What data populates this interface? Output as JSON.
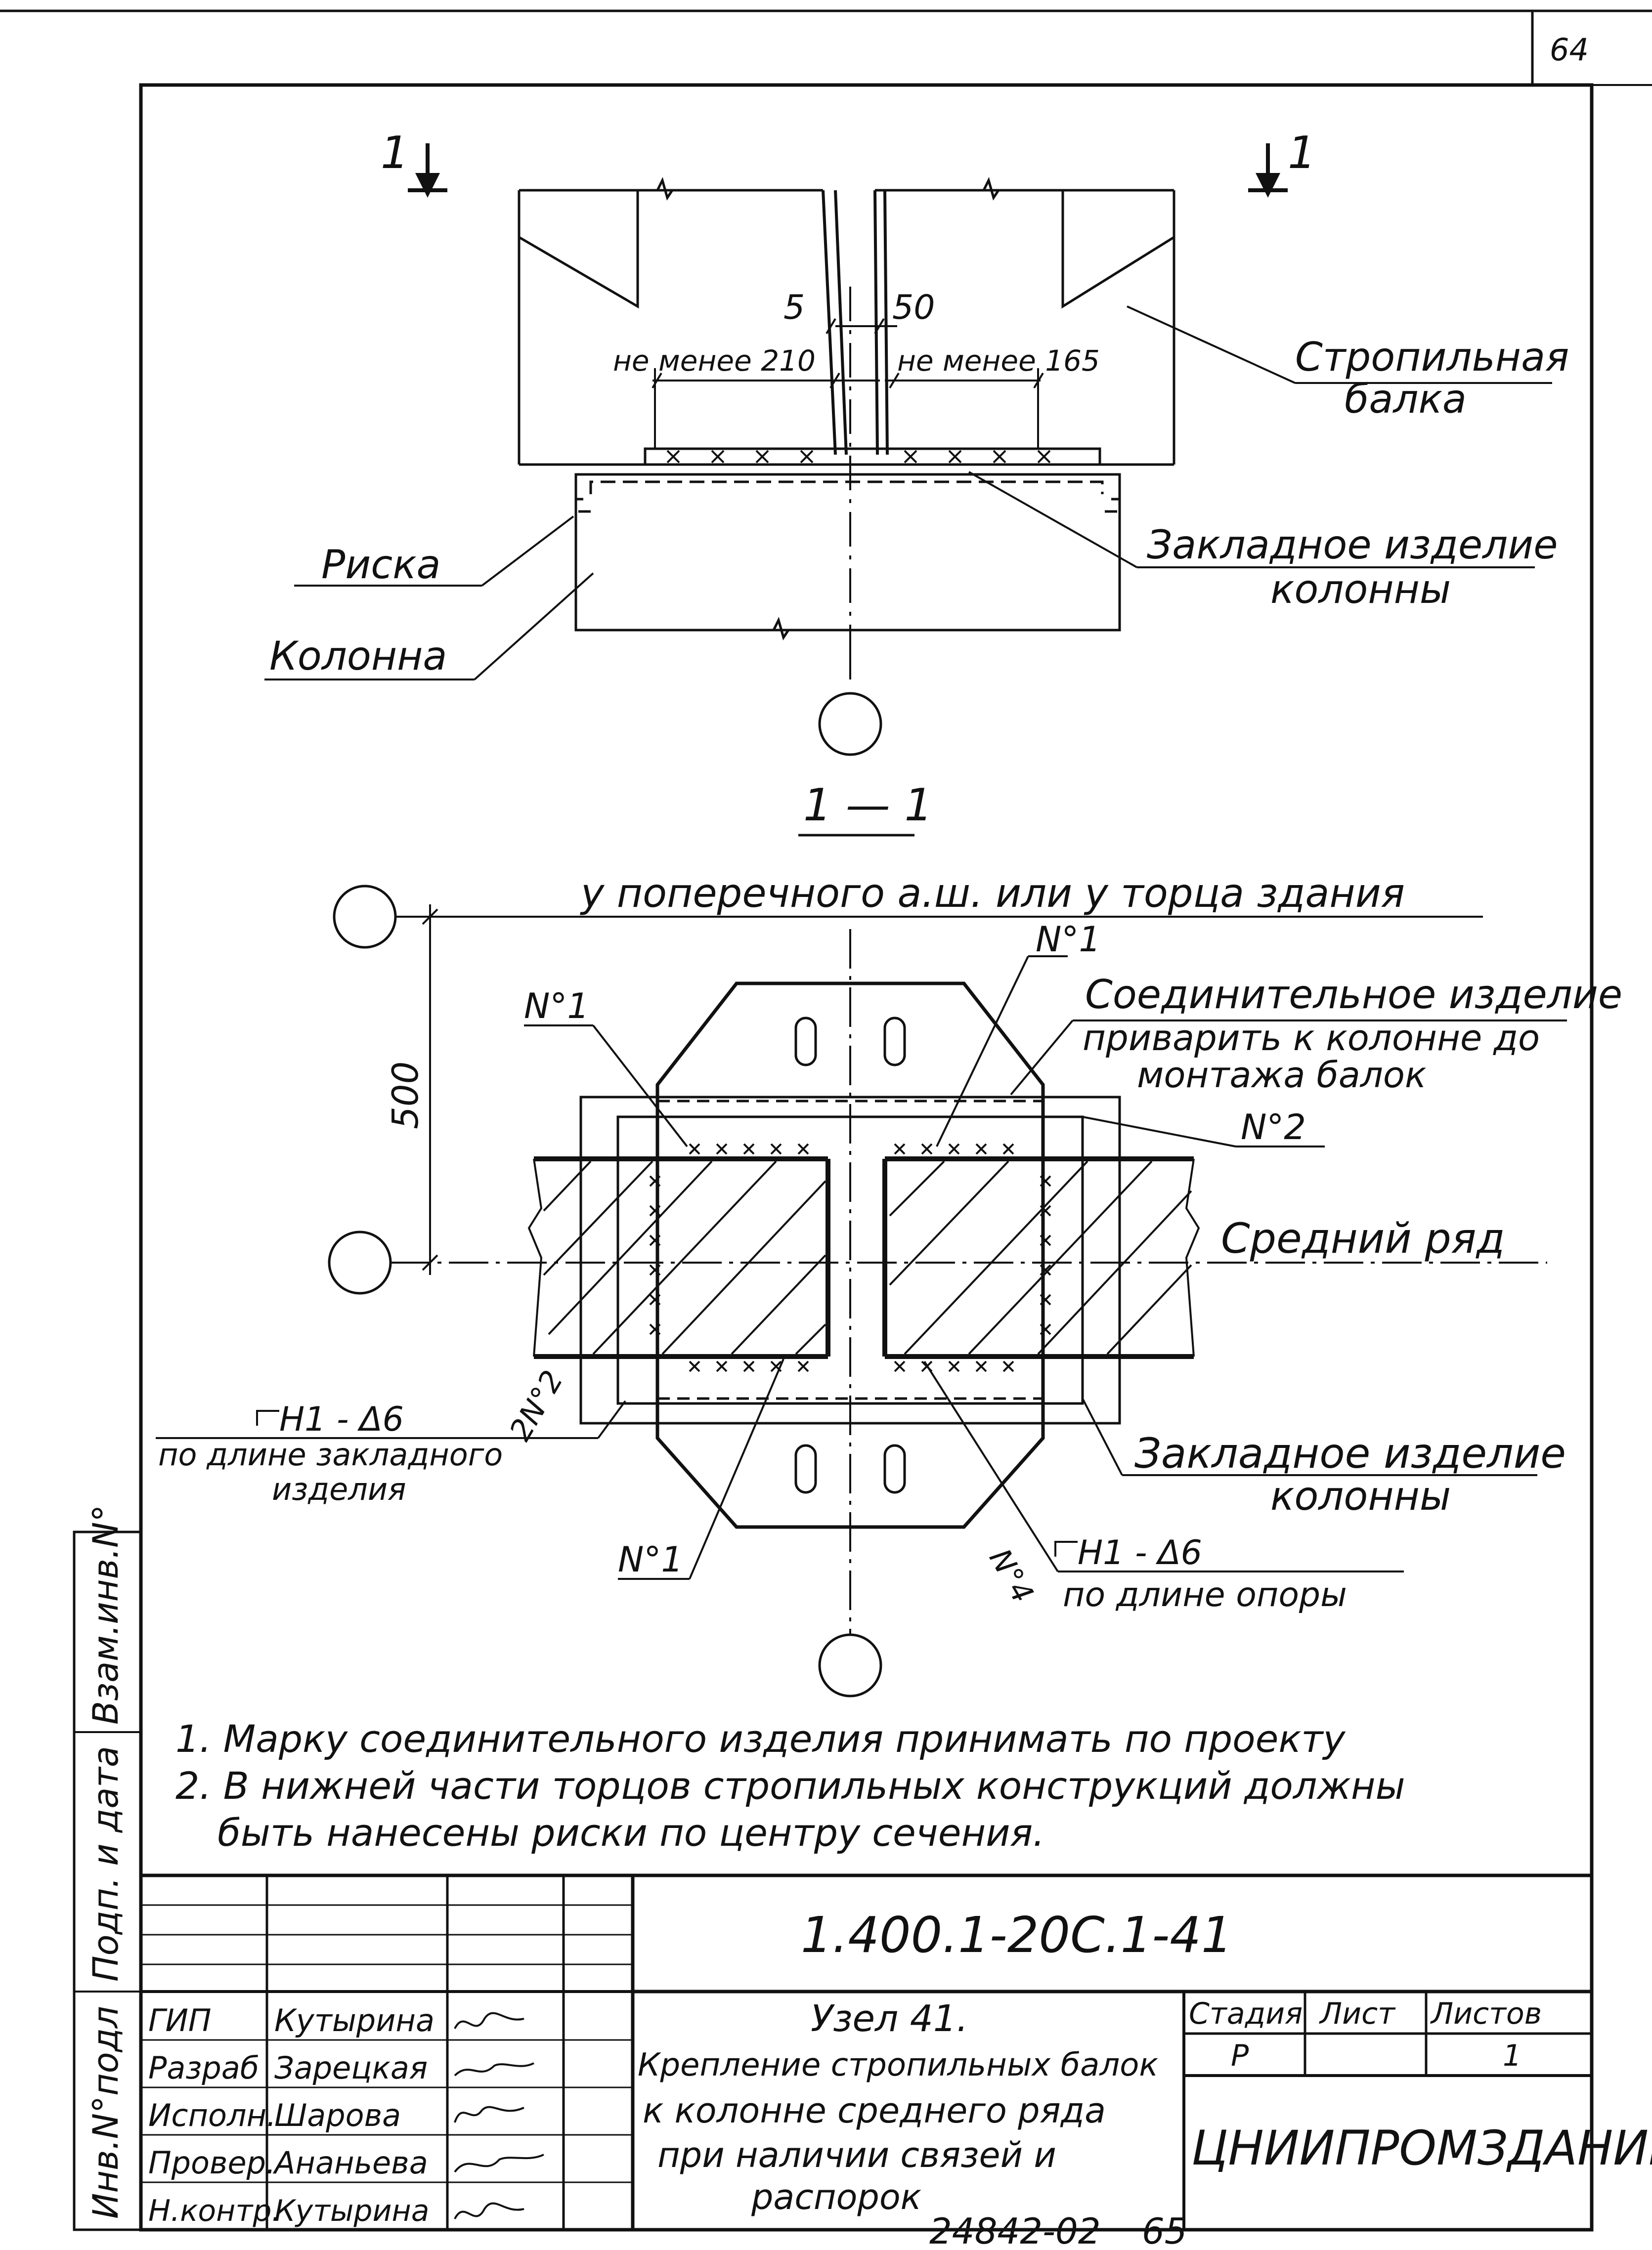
{
  "sheet": {
    "page_number": "64",
    "archive_number": "24842-02",
    "page_footer": "65"
  },
  "top_view": {
    "section_mark": "1",
    "dims": {
      "gap_left": "5",
      "gap_right": "50",
      "min_left": "не менее 210",
      "min_right": "не менее 165"
    },
    "labels": {
      "beam_1": "Стропильная",
      "beam_2": "балка",
      "mark": "Риска",
      "column": "Колонна",
      "embed_1": "Закладное изделие",
      "embed_2": "колонны"
    }
  },
  "section_view": {
    "title": "1 — 1",
    "axis_note": "у поперечного а.ш. или у торца здания",
    "dim_500": "500",
    "labels": {
      "n1_a": "N°1",
      "n1_b": "N°1",
      "n1_c": "N°1",
      "n2_a": "N°2",
      "n2_b": "2N°2",
      "n4": "N°4",
      "connector_1": "Соединительное изделие",
      "connector_2": "приварить к колонне до",
      "connector_3": "монтажа балок",
      "middle_row": "Средний ряд",
      "embed_1": "Закладное изделие",
      "embed_2": "колонны",
      "weld_left_1": "H1 - Δ6",
      "weld_left_2": "по длине закладного",
      "weld_left_3": "изделия",
      "weld_right_1": "H1 - Δ6",
      "weld_right_2": "по длине опоры"
    }
  },
  "notes": [
    "1. Марку соединительного изделия принимать по проекту",
    "2. В нижней части торцов стропильных конструкций должны",
    "быть нанесены риски по центру сечения."
  ],
  "side_stamp": [
    "Инв.N°подл",
    "Подп. и дата",
    "Взам.инв.N°"
  ],
  "title_block": {
    "code": "1.400.1-20С.1-41",
    "title_lines": [
      "Узел 41.",
      "Крепление стропильных балок",
      "к колонне среднего ряда",
      "при наличии связей и",
      "распорок"
    ],
    "col_stage": "Стадия",
    "col_sheet": "Лист",
    "col_sheets": "Листов",
    "stage": "Р",
    "sheet": "",
    "sheets": "1",
    "org": "ЦНИИПРОМЗДАНИЙ",
    "roles": [
      {
        "role": "ГИП",
        "name": "Кутырина"
      },
      {
        "role": "Разраб",
        "name": "Зарецкая"
      },
      {
        "role": "Исполн.",
        "name": "Шарова"
      },
      {
        "role": "Провер.",
        "name": "Ананьева"
      },
      {
        "role": "Н.контр.",
        "name": "Кутырина"
      }
    ]
  }
}
